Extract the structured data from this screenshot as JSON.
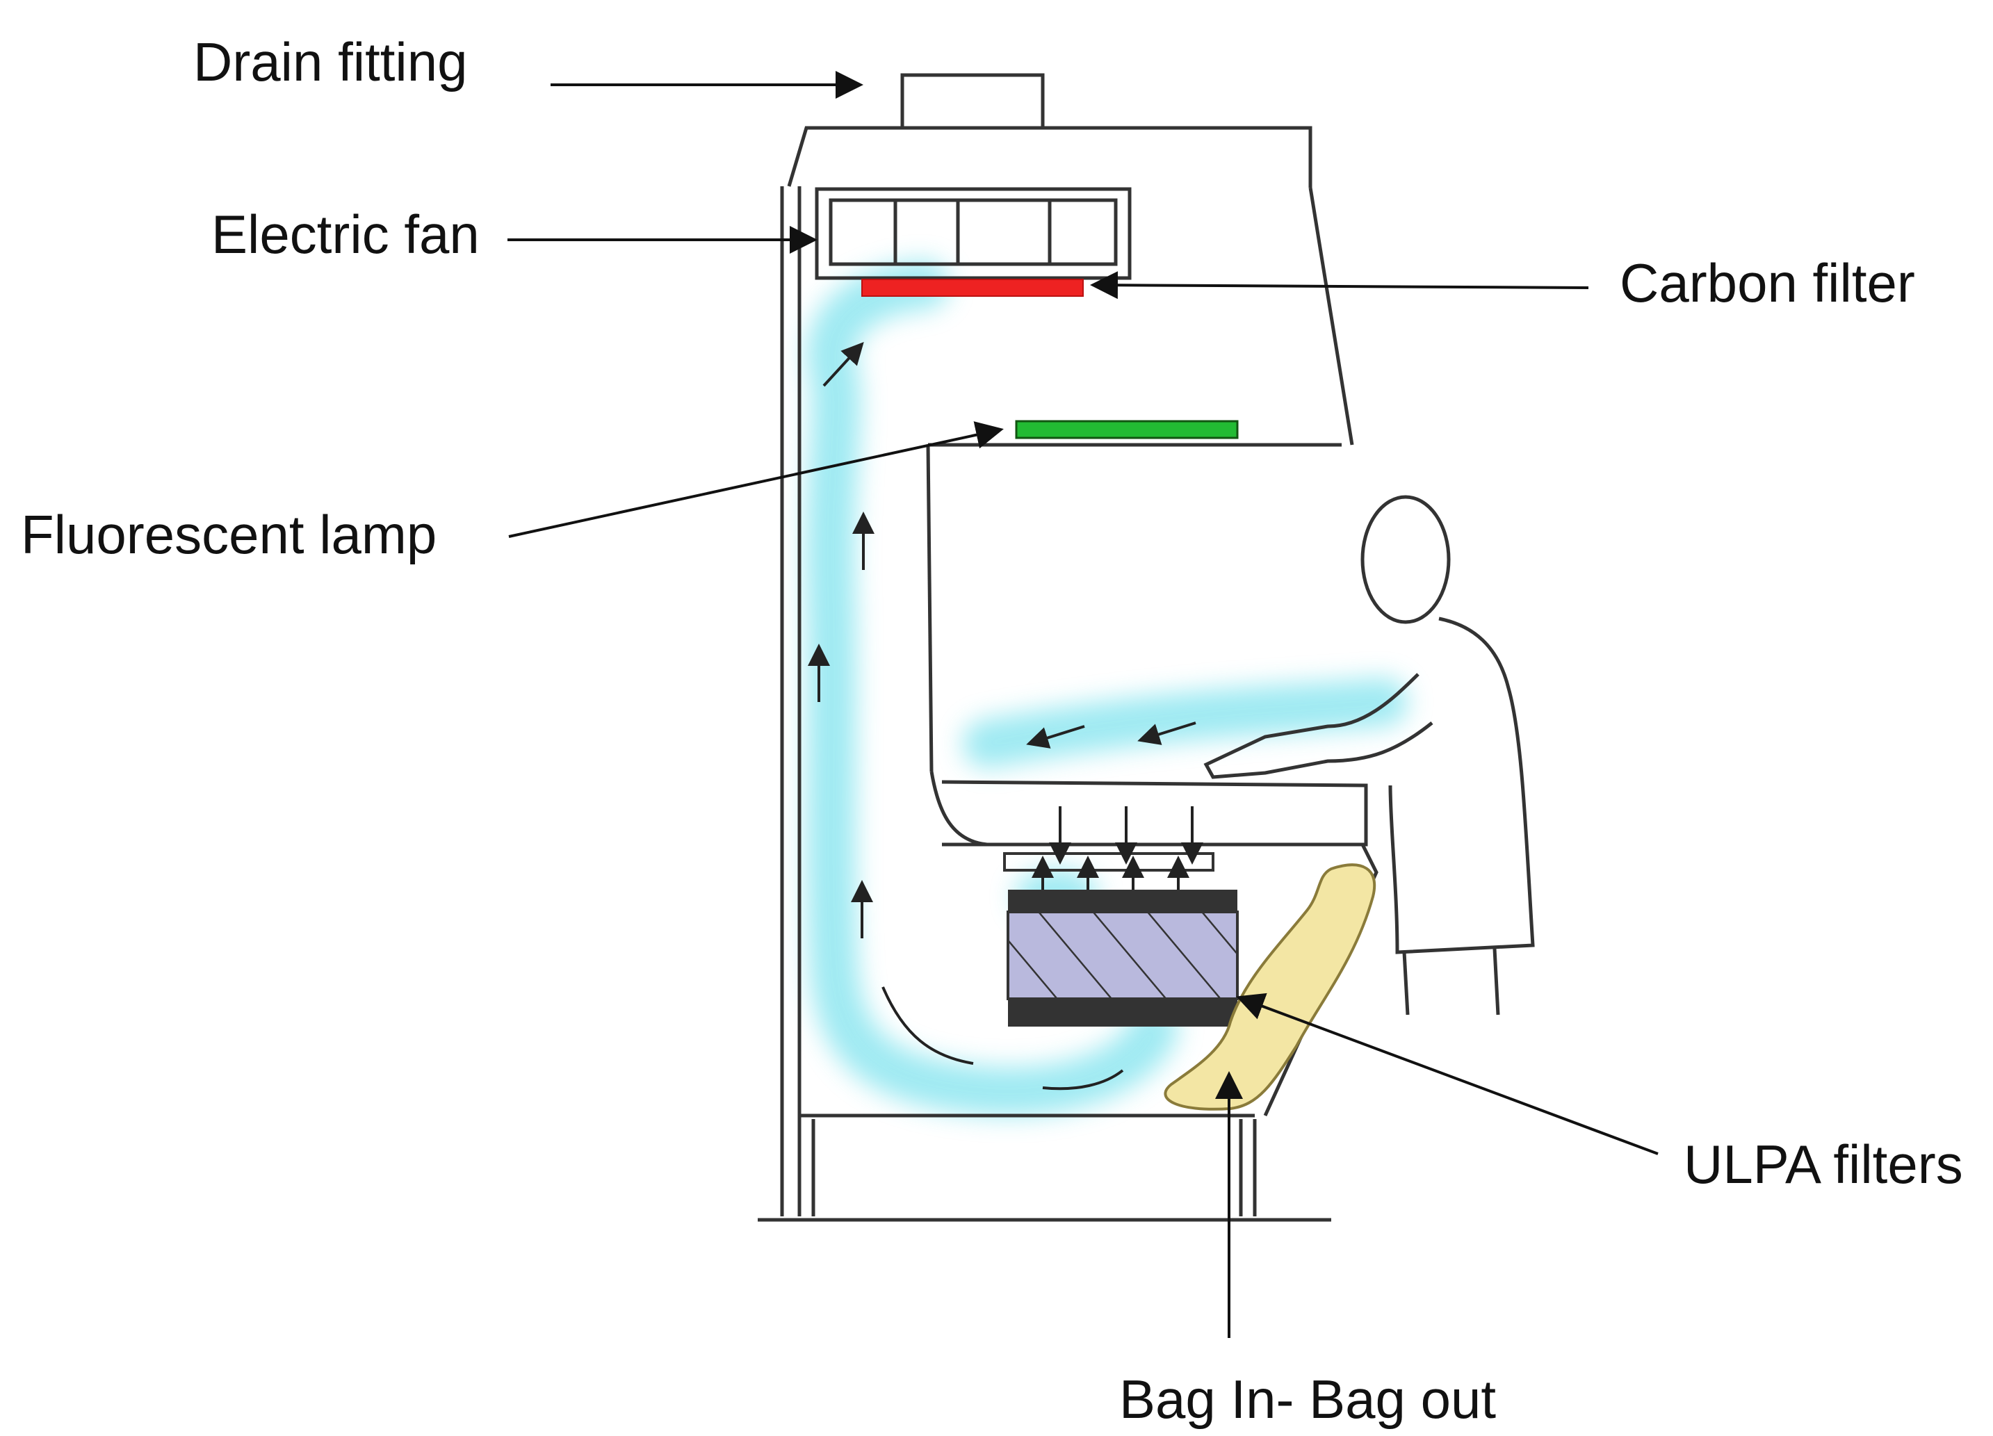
{
  "labels": {
    "drain_fitting": "Drain fitting",
    "electric_fan": "Electric fan",
    "carbon_filter": "Carbon filter",
    "fluorescent_lamp": "Fluorescent lamp",
    "ulpa_filters": "ULPA filters",
    "bag_in_bag_out": "Bag In- Bag out"
  },
  "colors": {
    "carbon_filter": "#ee2222",
    "fluorescent_lamp": "#22bb33",
    "airflow": "#7fe3ee",
    "ulpa_filter_body": "#b9b9dd",
    "ulpa_filter_frame": "#333333",
    "bag": "#f3e6a4",
    "line": "#222222"
  }
}
